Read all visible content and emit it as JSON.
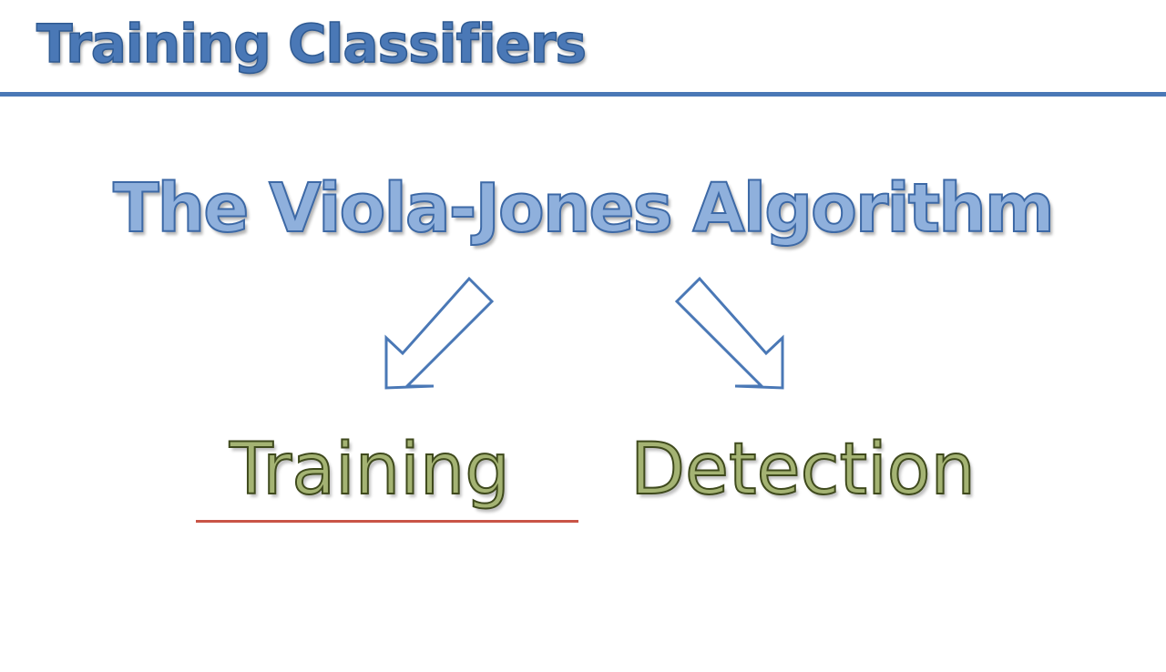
{
  "slide": {
    "title": "Training Classifiers",
    "heading": "The Viola-Jones Algorithm"
  },
  "branches": [
    {
      "label": "Training",
      "highlighted": true
    },
    {
      "label": "Detection",
      "highlighted": false
    }
  ],
  "colors": {
    "title_blue": "#4a78b6",
    "heading_fill": "#8fb0dc",
    "heading_outline": "#3d69a6",
    "label_fill": "#a4b373",
    "label_outline": "#3f4a1d",
    "underline": "#c95446"
  },
  "icons": [
    "arrow-down-left-icon",
    "arrow-down-right-icon"
  ]
}
